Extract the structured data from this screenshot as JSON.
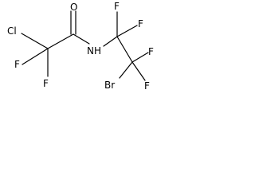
{
  "molecule": {
    "atoms": {
      "cl": "Cl",
      "f1": "F",
      "f2": "F",
      "o": "O",
      "nh": "NH",
      "f3": "F",
      "f4": "F",
      "f5": "F",
      "f6": "F",
      "br": "Br"
    }
  }
}
